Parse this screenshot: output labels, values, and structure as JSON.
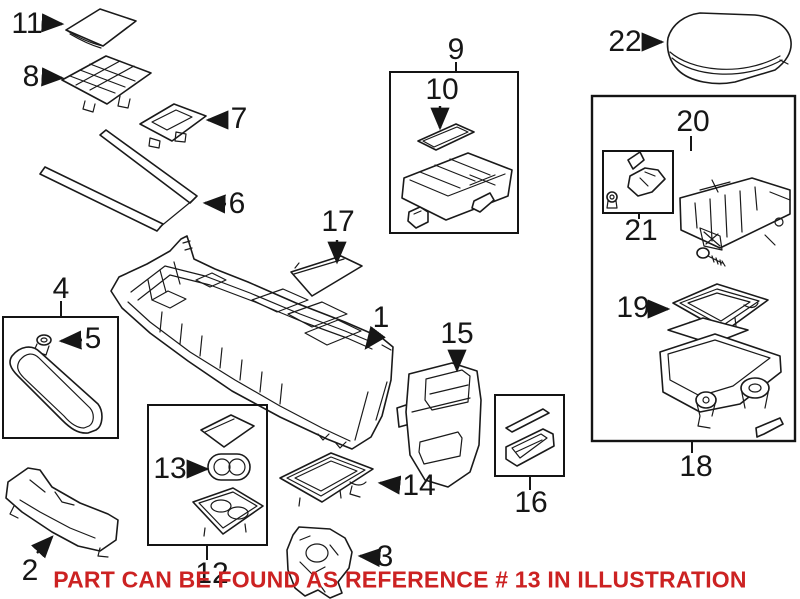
{
  "figure": {
    "type": "exploded-parts-illustration",
    "background": "#ffffff",
    "ink_color": "#1a1a1a"
  },
  "note": {
    "text": "PART CAN BE FOUND AS REFERENCE # 13 IN ILLUSTRATION",
    "color": "#cc2222",
    "highlighted_reference": "13"
  },
  "callouts": {
    "c1": "1",
    "c2": "2",
    "c3": "3",
    "c4": "4",
    "c5": "5",
    "c6": "6",
    "c7": "7",
    "c8": "8",
    "c9": "9",
    "c10": "10",
    "c11": "11",
    "c12": "12",
    "c13": "13",
    "c14": "14",
    "c15": "15",
    "c16": "16",
    "c17": "17",
    "c18": "18",
    "c19": "19",
    "c20": "20",
    "c21": "21",
    "c22": "22"
  }
}
